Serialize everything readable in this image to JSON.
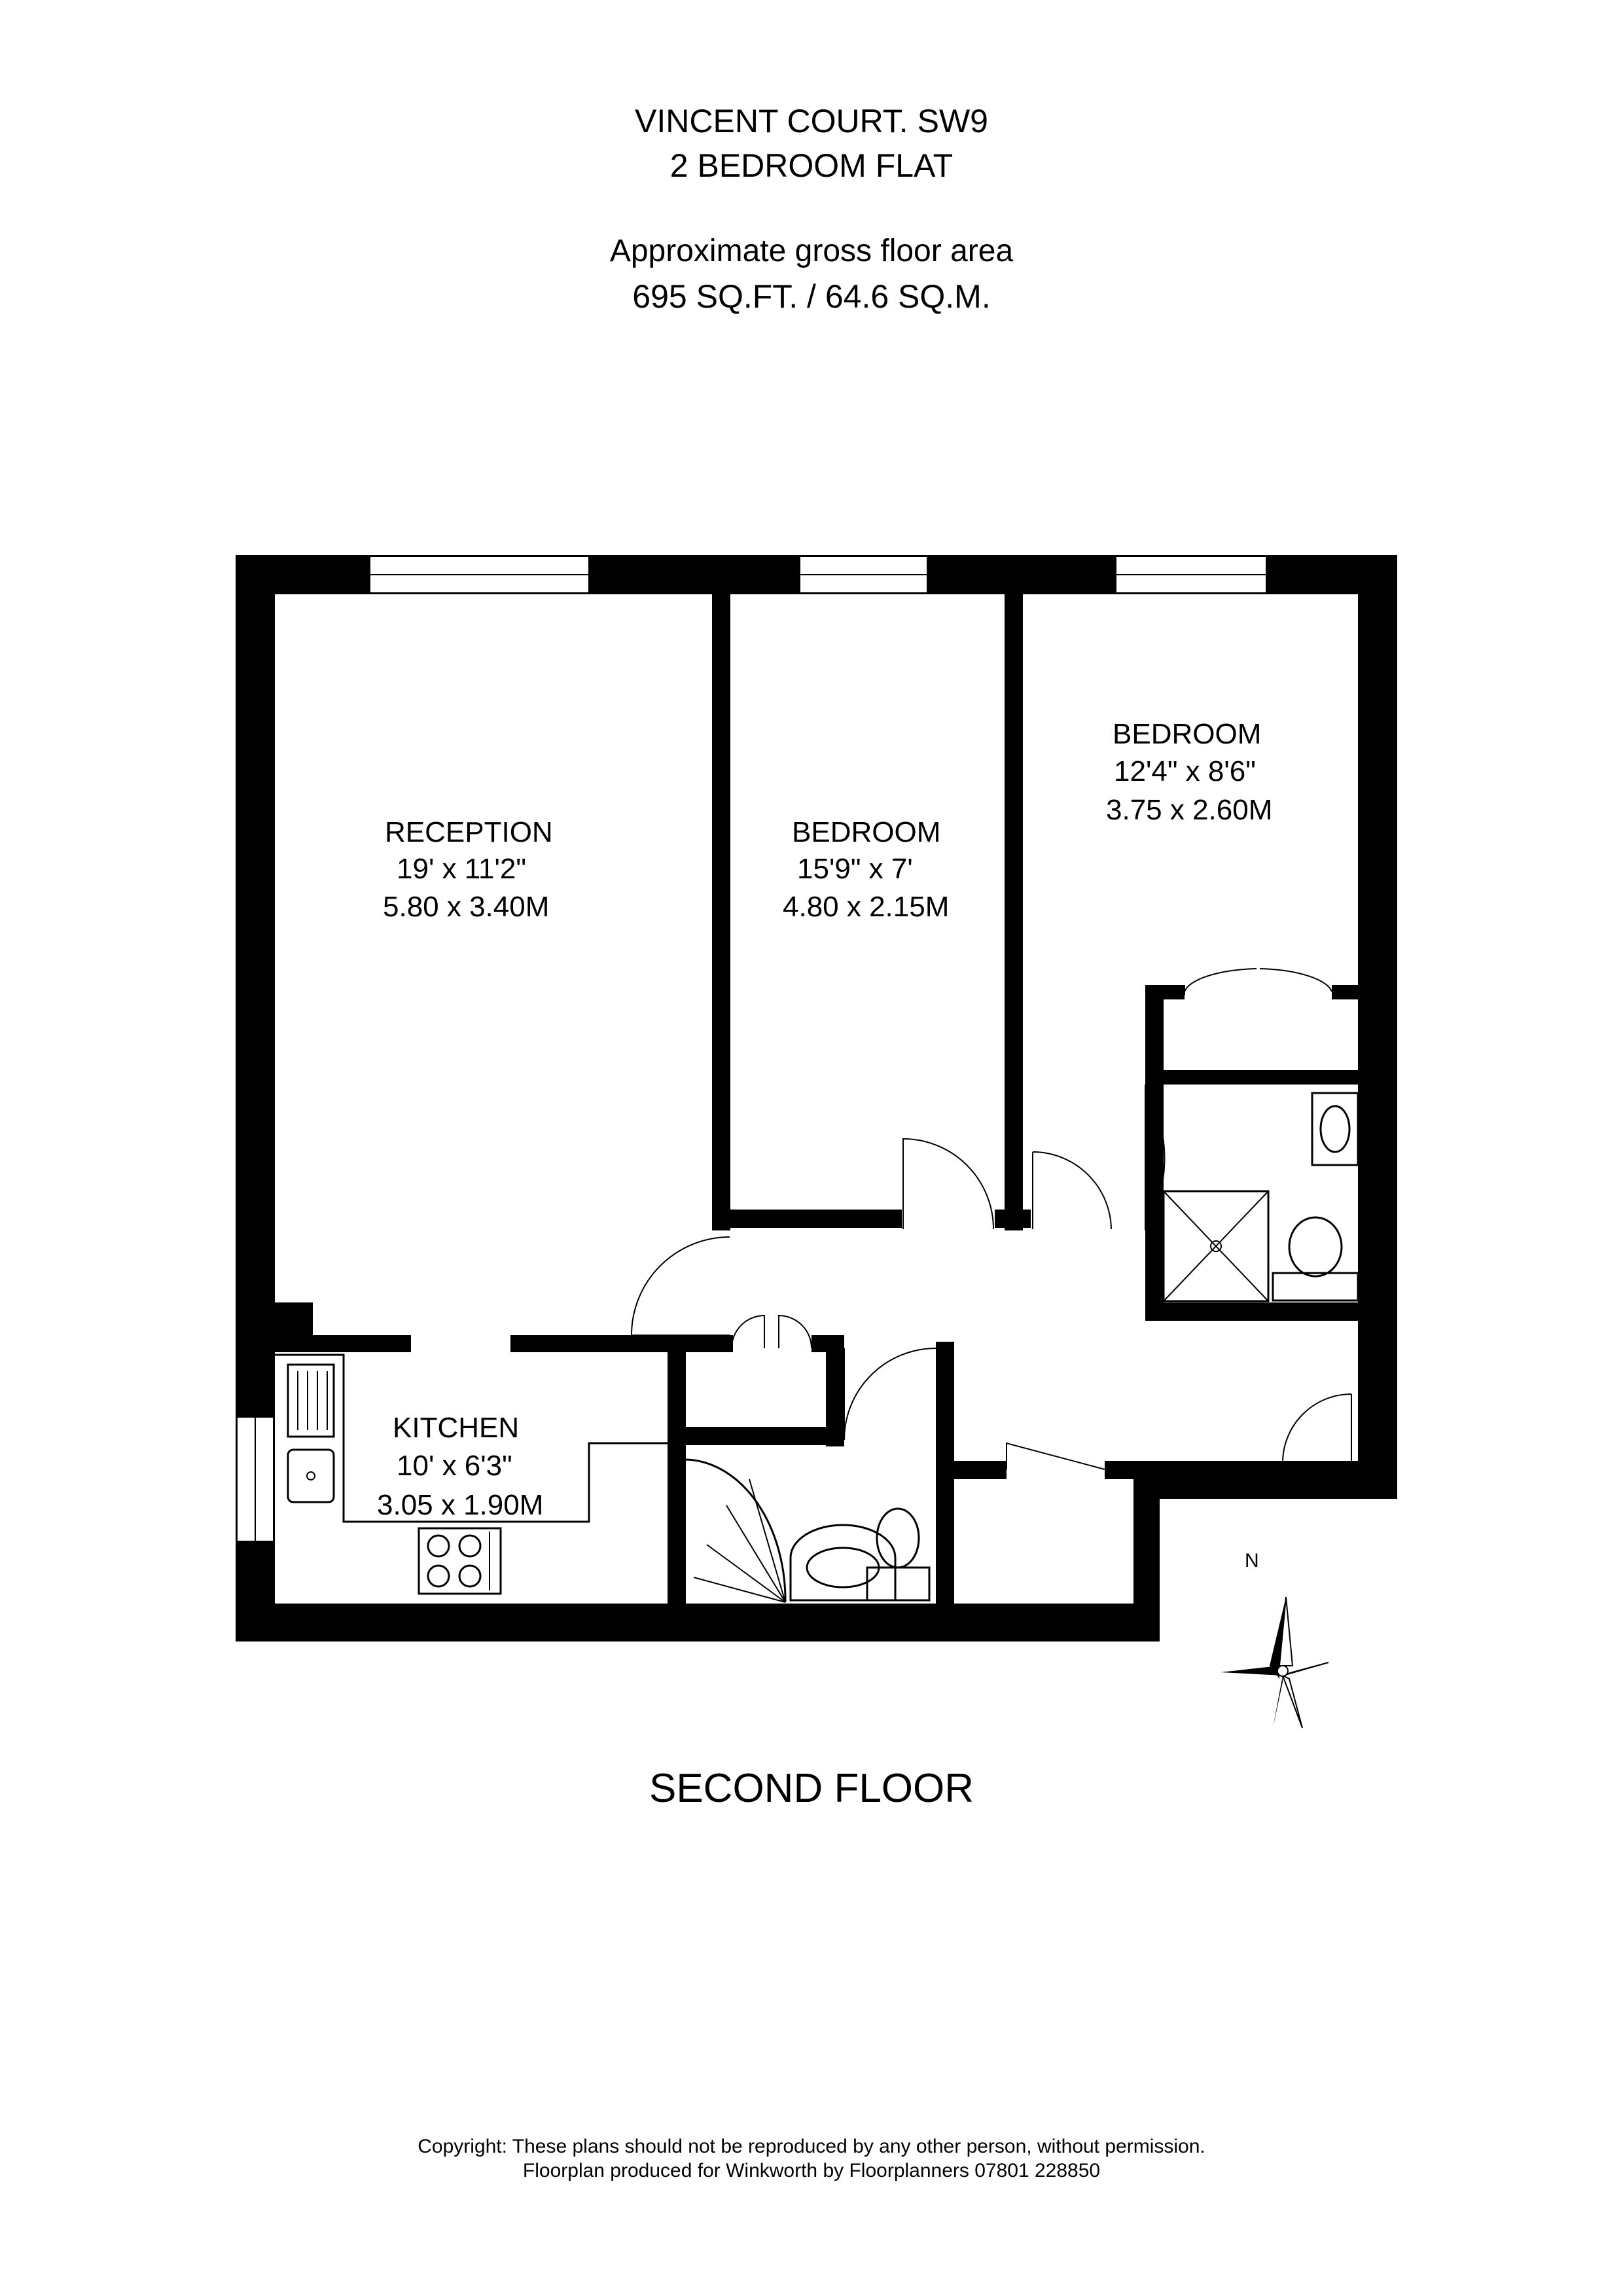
{
  "header": {
    "line1": "VINCENT COURT. SW9",
    "line2": "2 BEDROOM FLAT",
    "area_label": "Approximate gross floor area",
    "area_value": "695 SQ.FT. / 64.6 SQ.M."
  },
  "rooms": {
    "reception": {
      "name": "RECEPTION",
      "imperial": "19' x 11'2\"",
      "metric": "5.80 x 3.40M"
    },
    "bedroom_middle": {
      "name": "BEDROOM",
      "imperial": "15'9\" x 7'",
      "metric": "4.80 x 2.15M"
    },
    "bedroom_right": {
      "name": "BEDROOM",
      "imperial": "12'4\" x 8'6\"",
      "metric": "3.75 x 2.60M"
    },
    "kitchen": {
      "name": "KITCHEN",
      "imperial": "10' x 6'3\"",
      "metric": "3.05 x 1.90M"
    }
  },
  "compass": {
    "label": "N"
  },
  "floor_label": "SECOND FLOOR",
  "footer": {
    "line1": "Copyright: These plans should not be reproduced by any other person, without permission.",
    "line2": "Floorplan produced for Winkworth by Floorplanners 07801 228850"
  },
  "colors": {
    "walls": "#000000",
    "background": "#ffffff"
  }
}
